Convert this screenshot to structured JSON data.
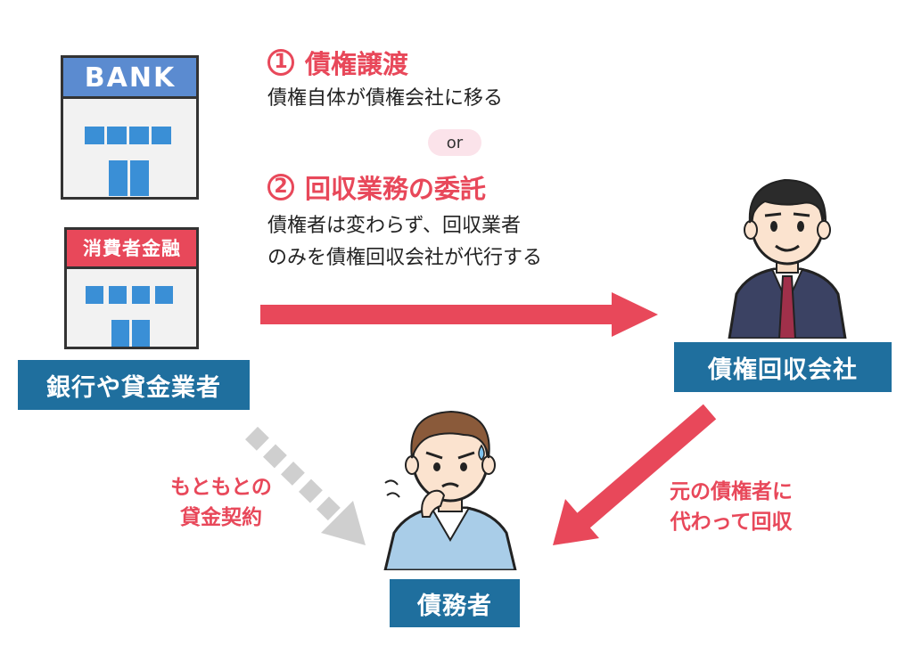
{
  "bank_sign": "BANK",
  "finance_sign": "消費者金融",
  "lender_label": "銀行や貸金業者",
  "collector_label": "債権回収会社",
  "debtor_label": "債務者",
  "step1": {
    "num": "1",
    "title": "債権譲渡",
    "desc": "債権自体が債権会社に移る"
  },
  "or_text": "or",
  "step2": {
    "num": "2",
    "title": "回収業務の委託",
    "desc_line1": "債権者は変わらず、回収業者",
    "desc_line2": "のみを債権回収会社が代行する"
  },
  "original_contract": {
    "line1": "もともとの",
    "line2": "貸金契約"
  },
  "collect_on_behalf": {
    "line1": "元の債権者に",
    "line2": "代わって回収"
  },
  "colors": {
    "accent_red": "#e8485a",
    "label_blue": "#1f6f9e",
    "gray_arrow": "#cfcfcf"
  }
}
